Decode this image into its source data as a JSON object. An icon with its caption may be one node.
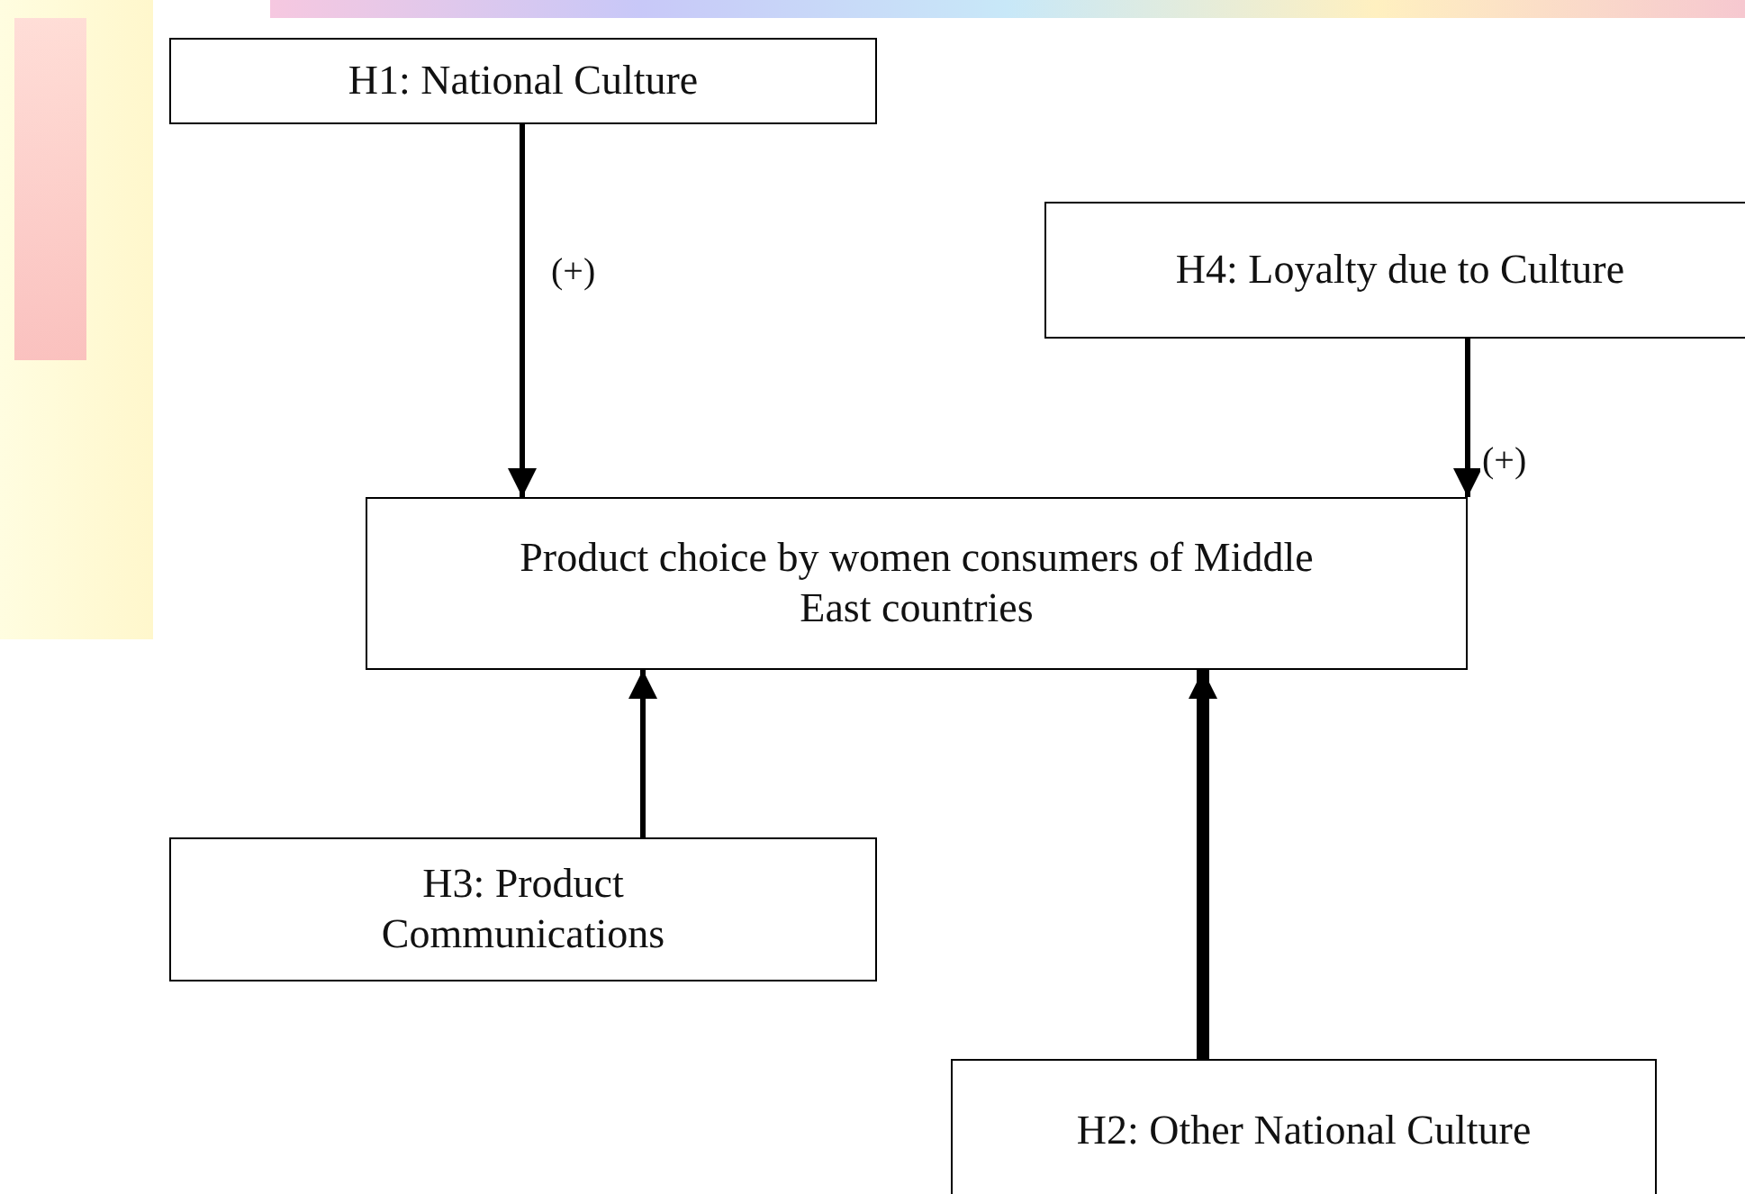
{
  "diagram": {
    "nodes": [
      {
        "text": [
          "H1: National Culture"
        ]
      },
      {
        "text": [
          "H4: Loyalty due to Culture"
        ]
      },
      {
        "text": [
          "Product choice by women consumers of Middle East countries"
        ]
      },
      {
        "text": [
          "H3: Product Communications"
        ]
      },
      {
        "text": [
          "H2: Other National Culture"
        ]
      }
    ],
    "edges": [
      {
        "from": 0,
        "to": 2,
        "arrow": "to",
        "label": "(+)"
      },
      {
        "from": 1,
        "to": 2,
        "arrow": "to",
        "label": "(+)"
      },
      {
        "from": 3,
        "to": 2,
        "arrow": "to"
      },
      {
        "from": 4,
        "to": 2,
        "arrow": "to",
        "style": "thick"
      }
    ]
  }
}
